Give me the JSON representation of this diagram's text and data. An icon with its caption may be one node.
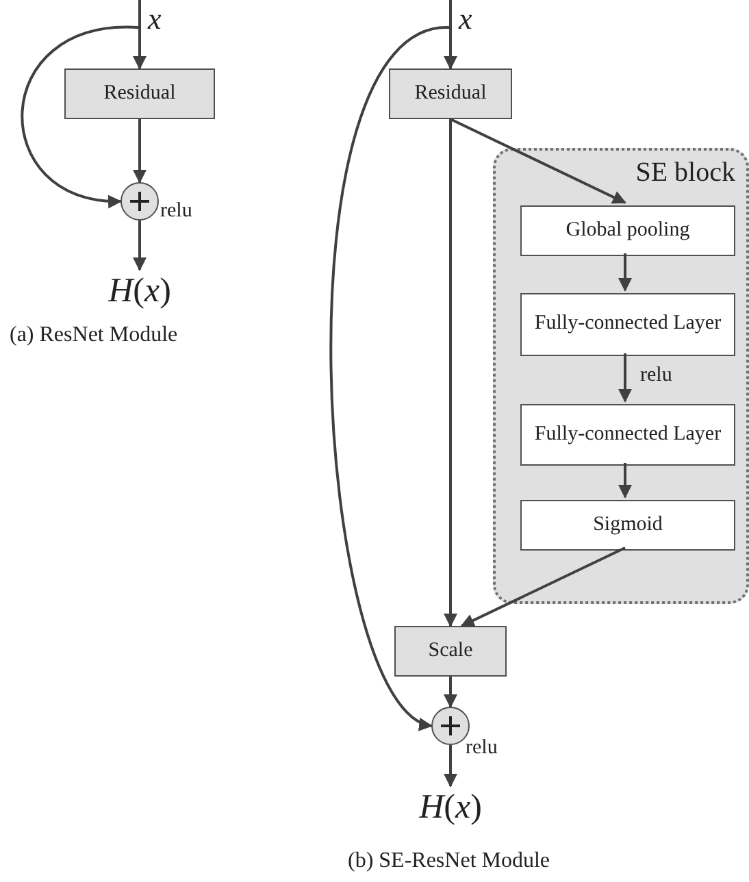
{
  "diagram": {
    "nodes": [
      {
        "text": [
          "*x*"
        ]
      },
      {
        "text": [
          "Residual"
        ]
      },
      {
        "text": [],
        "shape": "circle",
        "beside": [
          "relu"
        ]
      },
      {
        "text": [
          "*H*(*x*)"
        ]
      },
      {
        "text": [
          "*x*"
        ]
      },
      {
        "text": [
          "Residual"
        ]
      },
      {
        "text": [
          "SE block"
        ]
      },
      {
        "text": [
          "Global pooling"
        ],
        "in": 6
      },
      {
        "text": [
          "Fully-connected Layer"
        ],
        "in": 6
      },
      {
        "text": [
          "Fully-connected Layer"
        ],
        "in": 6
      },
      {
        "text": [
          "Sigmoid"
        ],
        "in": 6
      },
      {
        "text": [
          "Scale"
        ]
      },
      {
        "text": [],
        "shape": "circle",
        "beside": [
          "relu"
        ]
      },
      {
        "text": [
          "*H*(*x*)"
        ]
      }
    ],
    "edges": [
      {
        "from": 0,
        "to": 1,
        "arrow": "to"
      },
      {
        "from": 0,
        "to": 2,
        "arrow": "to"
      },
      {
        "from": 1,
        "to": 2,
        "arrow": "to"
      },
      {
        "from": 2,
        "to": 3,
        "arrow": "to"
      },
      {
        "from": 4,
        "to": 5,
        "arrow": "to"
      },
      {
        "from": 4,
        "to": 12,
        "arrow": "to"
      },
      {
        "from": 5,
        "to": 11,
        "arrow": "to"
      },
      {
        "from": 5,
        "to": 7,
        "arrow": "to"
      },
      {
        "from": 7,
        "to": 8,
        "arrow": "to"
      },
      {
        "from": 8,
        "to": 9,
        "arrow": "to",
        "label": "relu"
      },
      {
        "from": 9,
        "to": 10,
        "arrow": "to"
      },
      {
        "from": 10,
        "to": 11,
        "arrow": "to"
      },
      {
        "from": 11,
        "to": 12,
        "arrow": "to"
      },
      {
        "from": 12,
        "to": 13,
        "arrow": "to"
      }
    ],
    "labels": [
      "(a) ResNet Module",
      "(b) SE-ResNet Module"
    ]
  }
}
